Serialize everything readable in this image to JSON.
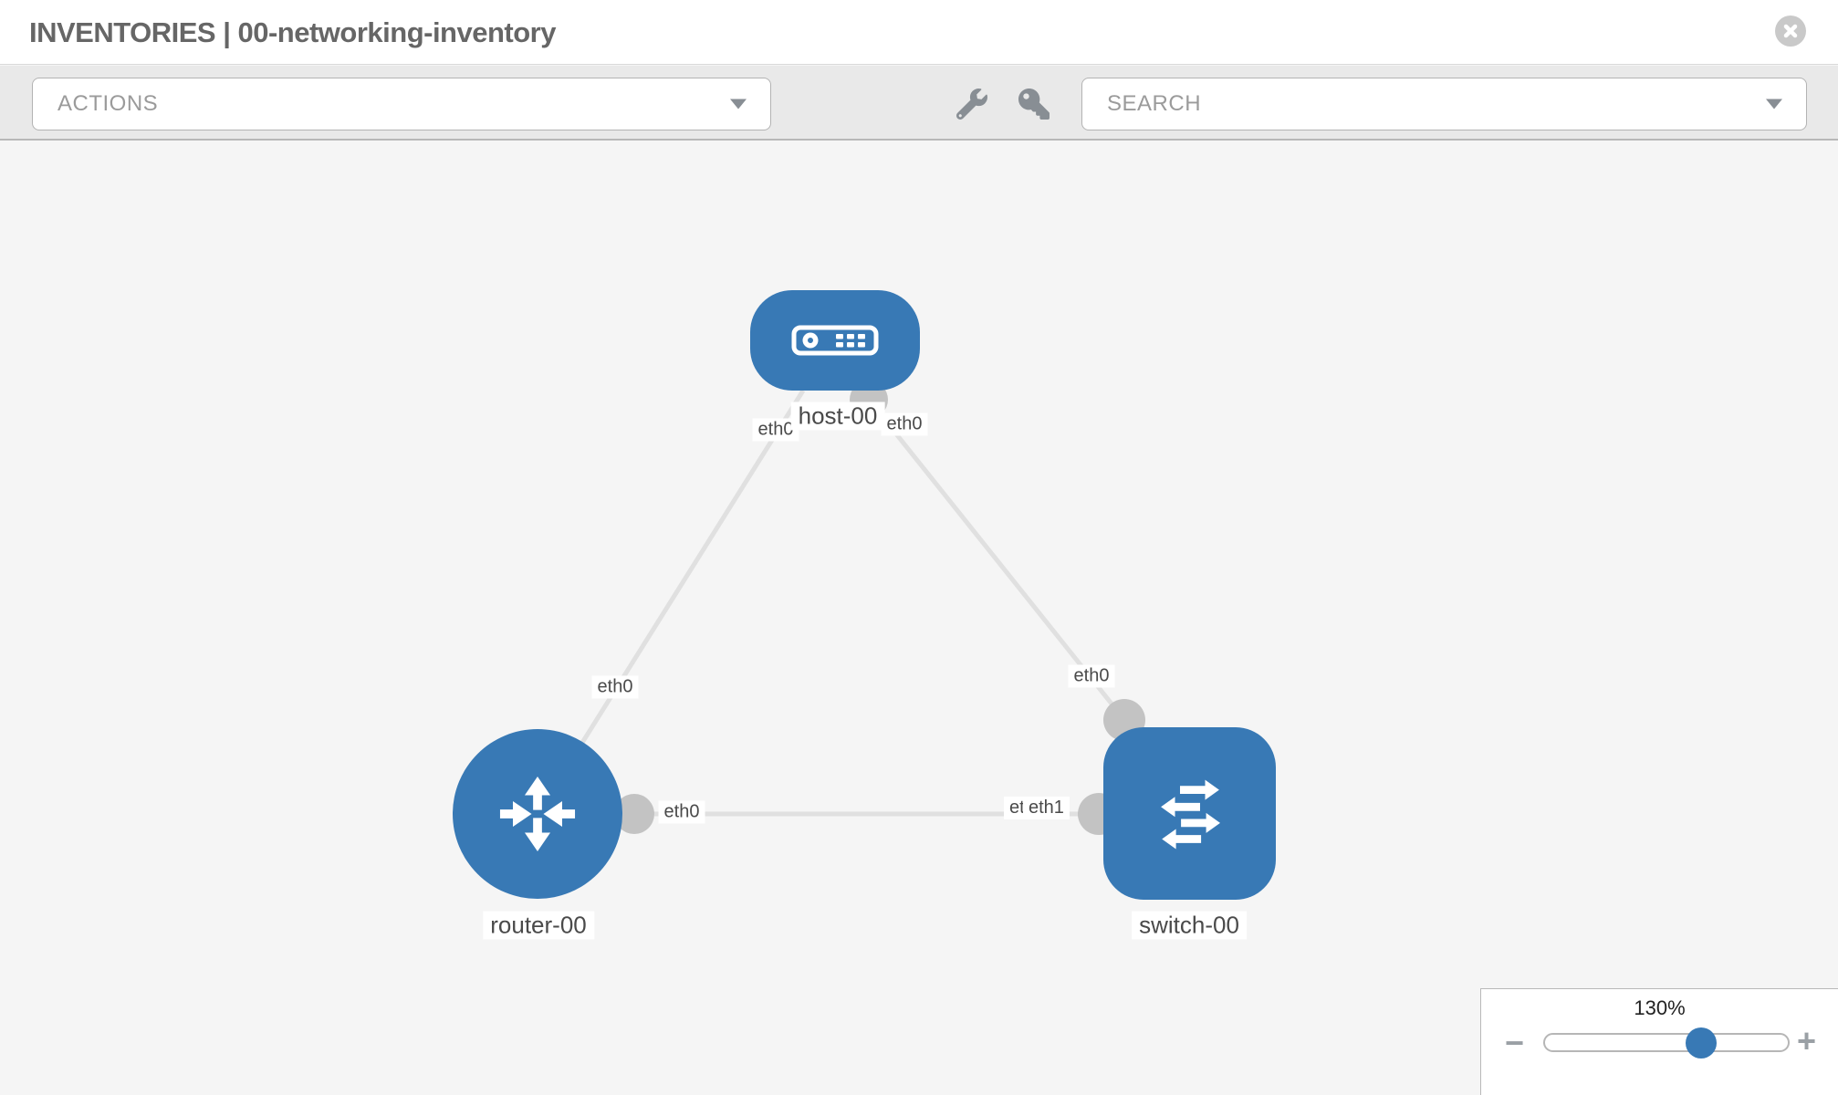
{
  "window": {
    "title": "INVENTORIES | 00-networking-inventory"
  },
  "toolbar": {
    "actions_placeholder": "ACTIONS",
    "search_placeholder": "SEARCH",
    "icons": [
      "wrench-icon",
      "key-icon"
    ]
  },
  "topology": {
    "nodes": [
      {
        "label": "host-00",
        "type": "host"
      },
      {
        "label": "router-00",
        "type": "router"
      },
      {
        "label": "switch-00",
        "type": "switch"
      }
    ],
    "links": [
      {
        "from": "host-00",
        "to": "router-00",
        "from_iface": "eth0",
        "to_iface": "eth0"
      },
      {
        "from": "host-00",
        "to": "switch-00",
        "from_iface": "eth0",
        "to_iface": "eth0"
      },
      {
        "from": "router-00",
        "to": "switch-00",
        "from_iface": "eth0",
        "to_iface": "eth1"
      }
    ],
    "iface_labels": {
      "host_left": "eth0",
      "host_right": "eth0",
      "link_router_mid": "eth0",
      "link_switch_mid": "eth0",
      "router_right": "eth0",
      "switch_left_back": "eth0",
      "switch_left_front": "eth1"
    }
  },
  "zoom_control": {
    "level": "130%",
    "minus_glyph": "−",
    "plus_glyph": "+"
  },
  "colors": {
    "node_blue": "#3879b5",
    "link_gray": "#e0e0e0",
    "interface_dot_gray": "#c3c3c3",
    "toolbar_icon_gray": "#888e94",
    "canvas_bg": "#f5f5f5",
    "toolbar_bg": "#e9e9e9"
  }
}
